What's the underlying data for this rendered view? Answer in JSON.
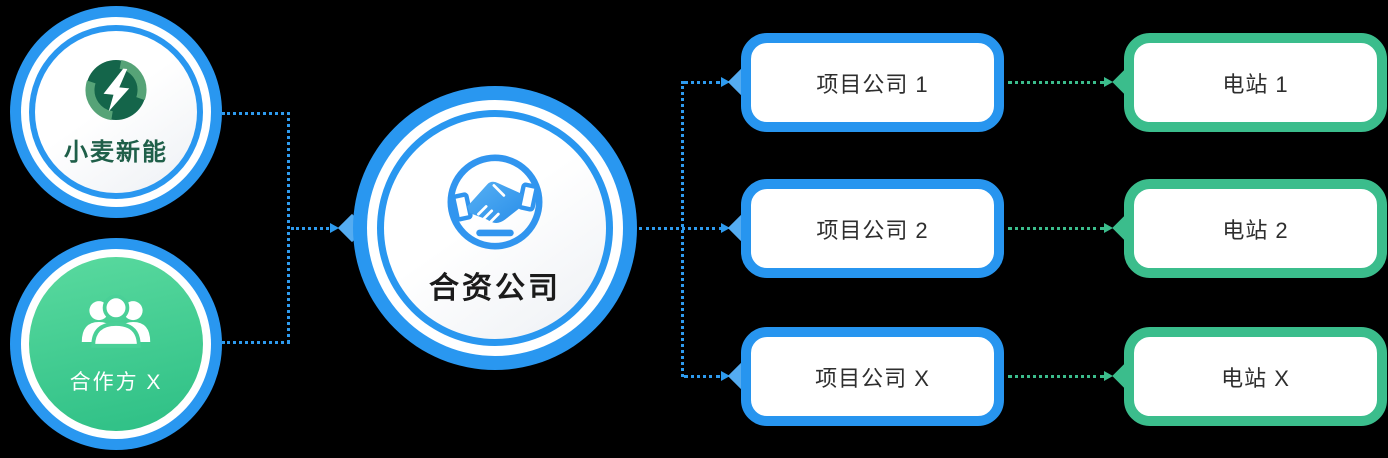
{
  "diagram": {
    "parents": [
      {
        "id": "xiaomai",
        "label": "小麦新能",
        "icon": "lightning-logo-icon"
      },
      {
        "id": "partner",
        "label": "合作方 X",
        "icon": "people-icon"
      }
    ],
    "joint_venture": {
      "label": "合资公司",
      "icon": "handshake-icon"
    },
    "project_companies": [
      "项目公司 1",
      "项目公司 2",
      "项目公司 X"
    ],
    "power_stations": [
      "电站 1",
      "电站 2",
      "电站 X"
    ],
    "colors": {
      "background": "#000000",
      "blue": "#2997f0",
      "blue_light_diamond": "#54acf1",
      "green": "#3bbd8c",
      "green_circle_top": "#5ada9f",
      "green_circle_bottom": "#2dbf85",
      "logo_dark_green": "#14654a",
      "logo_light_green": "#56a377",
      "parent_text_green": "#1f5f49",
      "box_text": "#2e2e2e"
    }
  }
}
